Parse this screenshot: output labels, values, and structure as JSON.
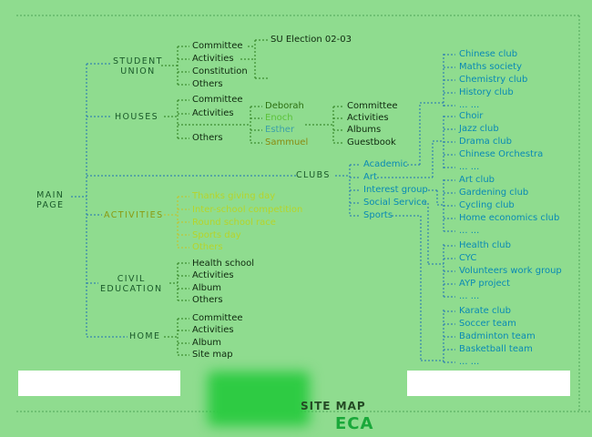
{
  "main_page": [
    "MAIN",
    "PAGE"
  ],
  "sections": {
    "student_union": {
      "title": [
        "STUDENT",
        "UNION"
      ],
      "items": [
        "Committee",
        "Activities",
        "Constitution",
        "Others"
      ],
      "sub": [
        "SU Election 02-03"
      ]
    },
    "houses": {
      "title": "HOUSES",
      "items": [
        "Committee",
        "Activities",
        "Others"
      ],
      "houses": [
        "Deborah",
        "Enoch",
        "Esther",
        "Sammuel"
      ],
      "sub": [
        "Committee",
        "Activities",
        "Albums",
        "Guestbook"
      ]
    },
    "clubs": {
      "title": "CLUBS",
      "categories": [
        "Academic",
        "Art",
        "Interest group",
        "Social Service",
        "Sports"
      ],
      "academic": [
        "Chinese club",
        "Maths society",
        "Chemistry club",
        "History club",
        "... ..."
      ],
      "art": [
        "Choir",
        "Jazz club",
        "Drama club",
        "Chinese Orchestra",
        "... ..."
      ],
      "interest": [
        "Art club",
        "Gardening club",
        "Cycling club",
        "Home economics club",
        "... ..."
      ],
      "service": [
        "Health club",
        "CYC",
        "Volunteers work group",
        "AYP project",
        "... ..."
      ],
      "sports": [
        "Karate club",
        "Soccer team",
        "Badminton team",
        "Basketball team",
        "... ..."
      ]
    },
    "activities": {
      "title": "ACTIVITIES",
      "items": [
        "Thanks giving day",
        "Inter-school competition",
        "Round school race",
        "Sports day",
        "Others"
      ]
    },
    "civil_education": {
      "title": [
        "CIVIL",
        "EDUCATION"
      ],
      "items": [
        "Health school",
        "Activities",
        "Album",
        "Others"
      ]
    },
    "home": {
      "title": "HOME",
      "items": [
        "Committee",
        "Activities",
        "Album",
        "Site map"
      ]
    }
  },
  "footer": {
    "site_map": "SITE MAP",
    "eca": "ECA"
  },
  "colors": {
    "background": "#8fdc8f",
    "tree_line": "#1f6fb4",
    "green_line": "#2a7a1a",
    "cyan_text": "#0a8ab4",
    "yellow_text": "#b6d42a"
  }
}
